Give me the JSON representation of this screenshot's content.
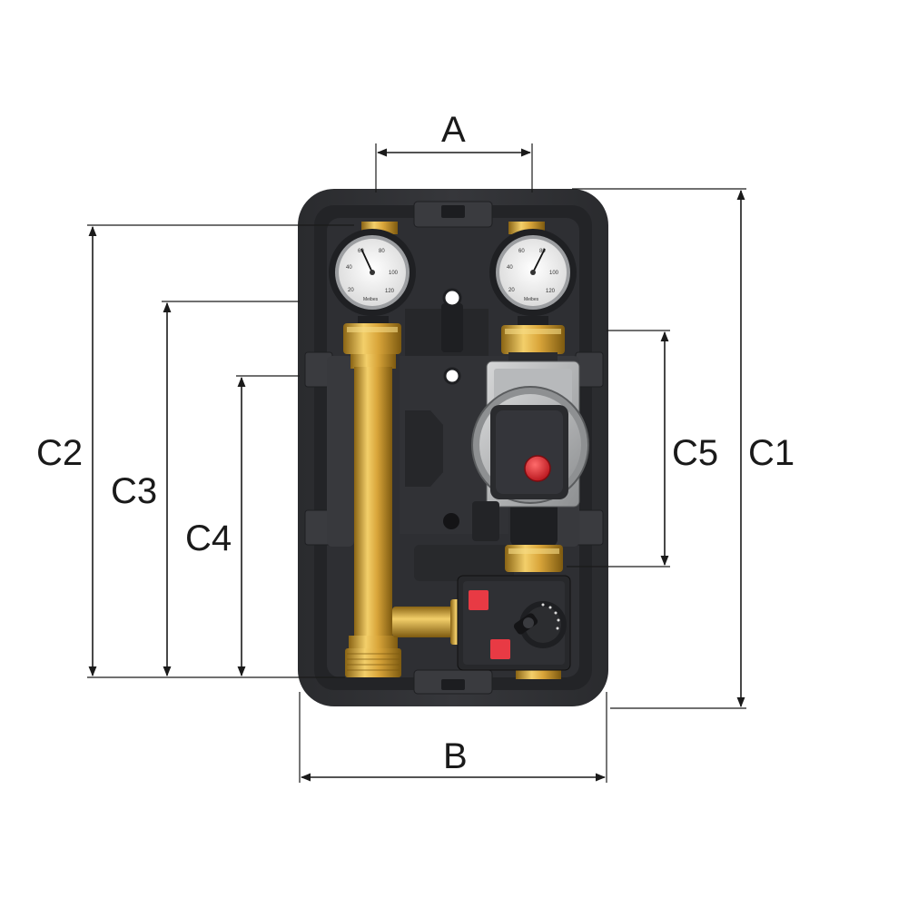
{
  "diagram": {
    "dimension_labels": {
      "A": "A",
      "B": "B",
      "C1": "C1",
      "C2": "C2",
      "C3": "C3",
      "C4": "C4",
      "C5": "C5"
    },
    "gauge_left": {
      "ticks": [
        "20",
        "40",
        "60",
        "80",
        "100",
        "120"
      ],
      "brand": "Meibes"
    },
    "gauge_right": {
      "ticks": [
        "20",
        "40",
        "60",
        "80",
        "100",
        "120"
      ],
      "brand": "Meibes"
    },
    "colors": {
      "housing": "#2f3033",
      "housing_inner": "#3b3c40",
      "brass": "#c9962e",
      "pump_grey": "#a9abad",
      "red": "#e2232d"
    }
  }
}
